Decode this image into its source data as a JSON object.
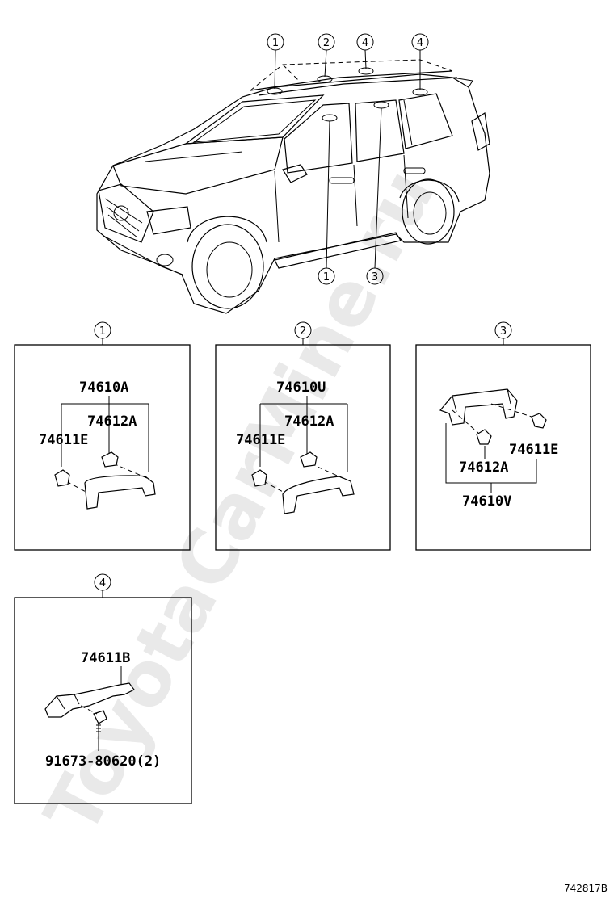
{
  "watermark": "ToyotaCarMine.ru",
  "figure_code": "742817B",
  "vehicle_callouts": {
    "top": [
      "1",
      "2",
      "4",
      "4"
    ],
    "bottom": [
      "1",
      "3"
    ]
  },
  "panels": [
    {
      "key": "1",
      "parts": {
        "assembly": "74610A",
        "upper_part": "74612A",
        "side_part": "74611E"
      }
    },
    {
      "key": "2",
      "parts": {
        "assembly": "74610U",
        "upper_part": "74612A",
        "side_part": "74611E"
      }
    },
    {
      "key": "3",
      "parts": {
        "assembly": "74610V",
        "upper_part": "74612A",
        "side_part": "74611E"
      }
    },
    {
      "key": "4",
      "parts": {
        "assembly": "74611B",
        "screw": "91673-80620(2)"
      }
    }
  ]
}
